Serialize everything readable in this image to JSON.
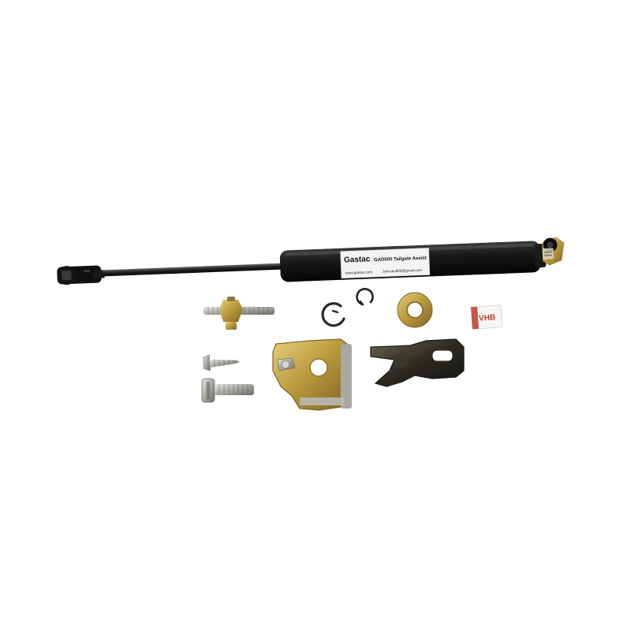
{
  "product_label": {
    "brand": "Gastac",
    "model": "GAD500 Tailgate Assist",
    "website": "www.gastac.com",
    "email": "John.wu805@gmail.com"
  },
  "tape_label": {
    "text": "VHB"
  },
  "colors": {
    "background": "#ffffff",
    "strut_body": "#141414",
    "rod": "#2a2a2a",
    "brass": "#c9a94a",
    "steel": "#b8b8b0",
    "label_bg": "#f2f2f2",
    "tape_red": "#c0392b"
  }
}
